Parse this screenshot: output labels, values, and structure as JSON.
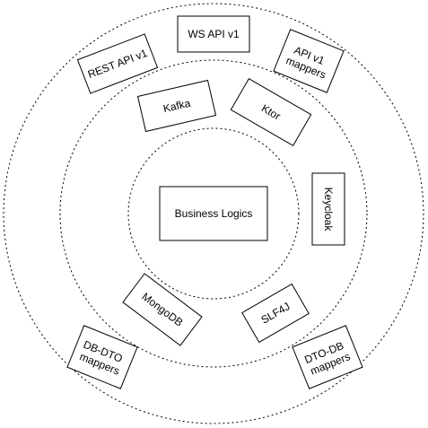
{
  "diagram": {
    "rings": [
      {
        "name": "outer-ring"
      },
      {
        "name": "middle-ring"
      },
      {
        "name": "inner-ring"
      }
    ],
    "nodes": {
      "core": {
        "label": "Business Logics"
      },
      "ws_api": {
        "label": "WS API v1"
      },
      "rest_api": {
        "label": "REST API v1"
      },
      "api_mappers": {
        "line1": "API v1",
        "line2": "mappers"
      },
      "kafka": {
        "label": "Kafka"
      },
      "ktor": {
        "label": "Ktor"
      },
      "keycloak": {
        "label": "Keycloak"
      },
      "mongodb": {
        "label": "MongoDB"
      },
      "slf4j": {
        "label": "SLF4J"
      },
      "db_dto_mappers": {
        "line1": "DB-DTO",
        "line2": "mappers"
      },
      "dto_db_mappers": {
        "line1": "DTO-DB",
        "line2": "mappers"
      }
    }
  }
}
